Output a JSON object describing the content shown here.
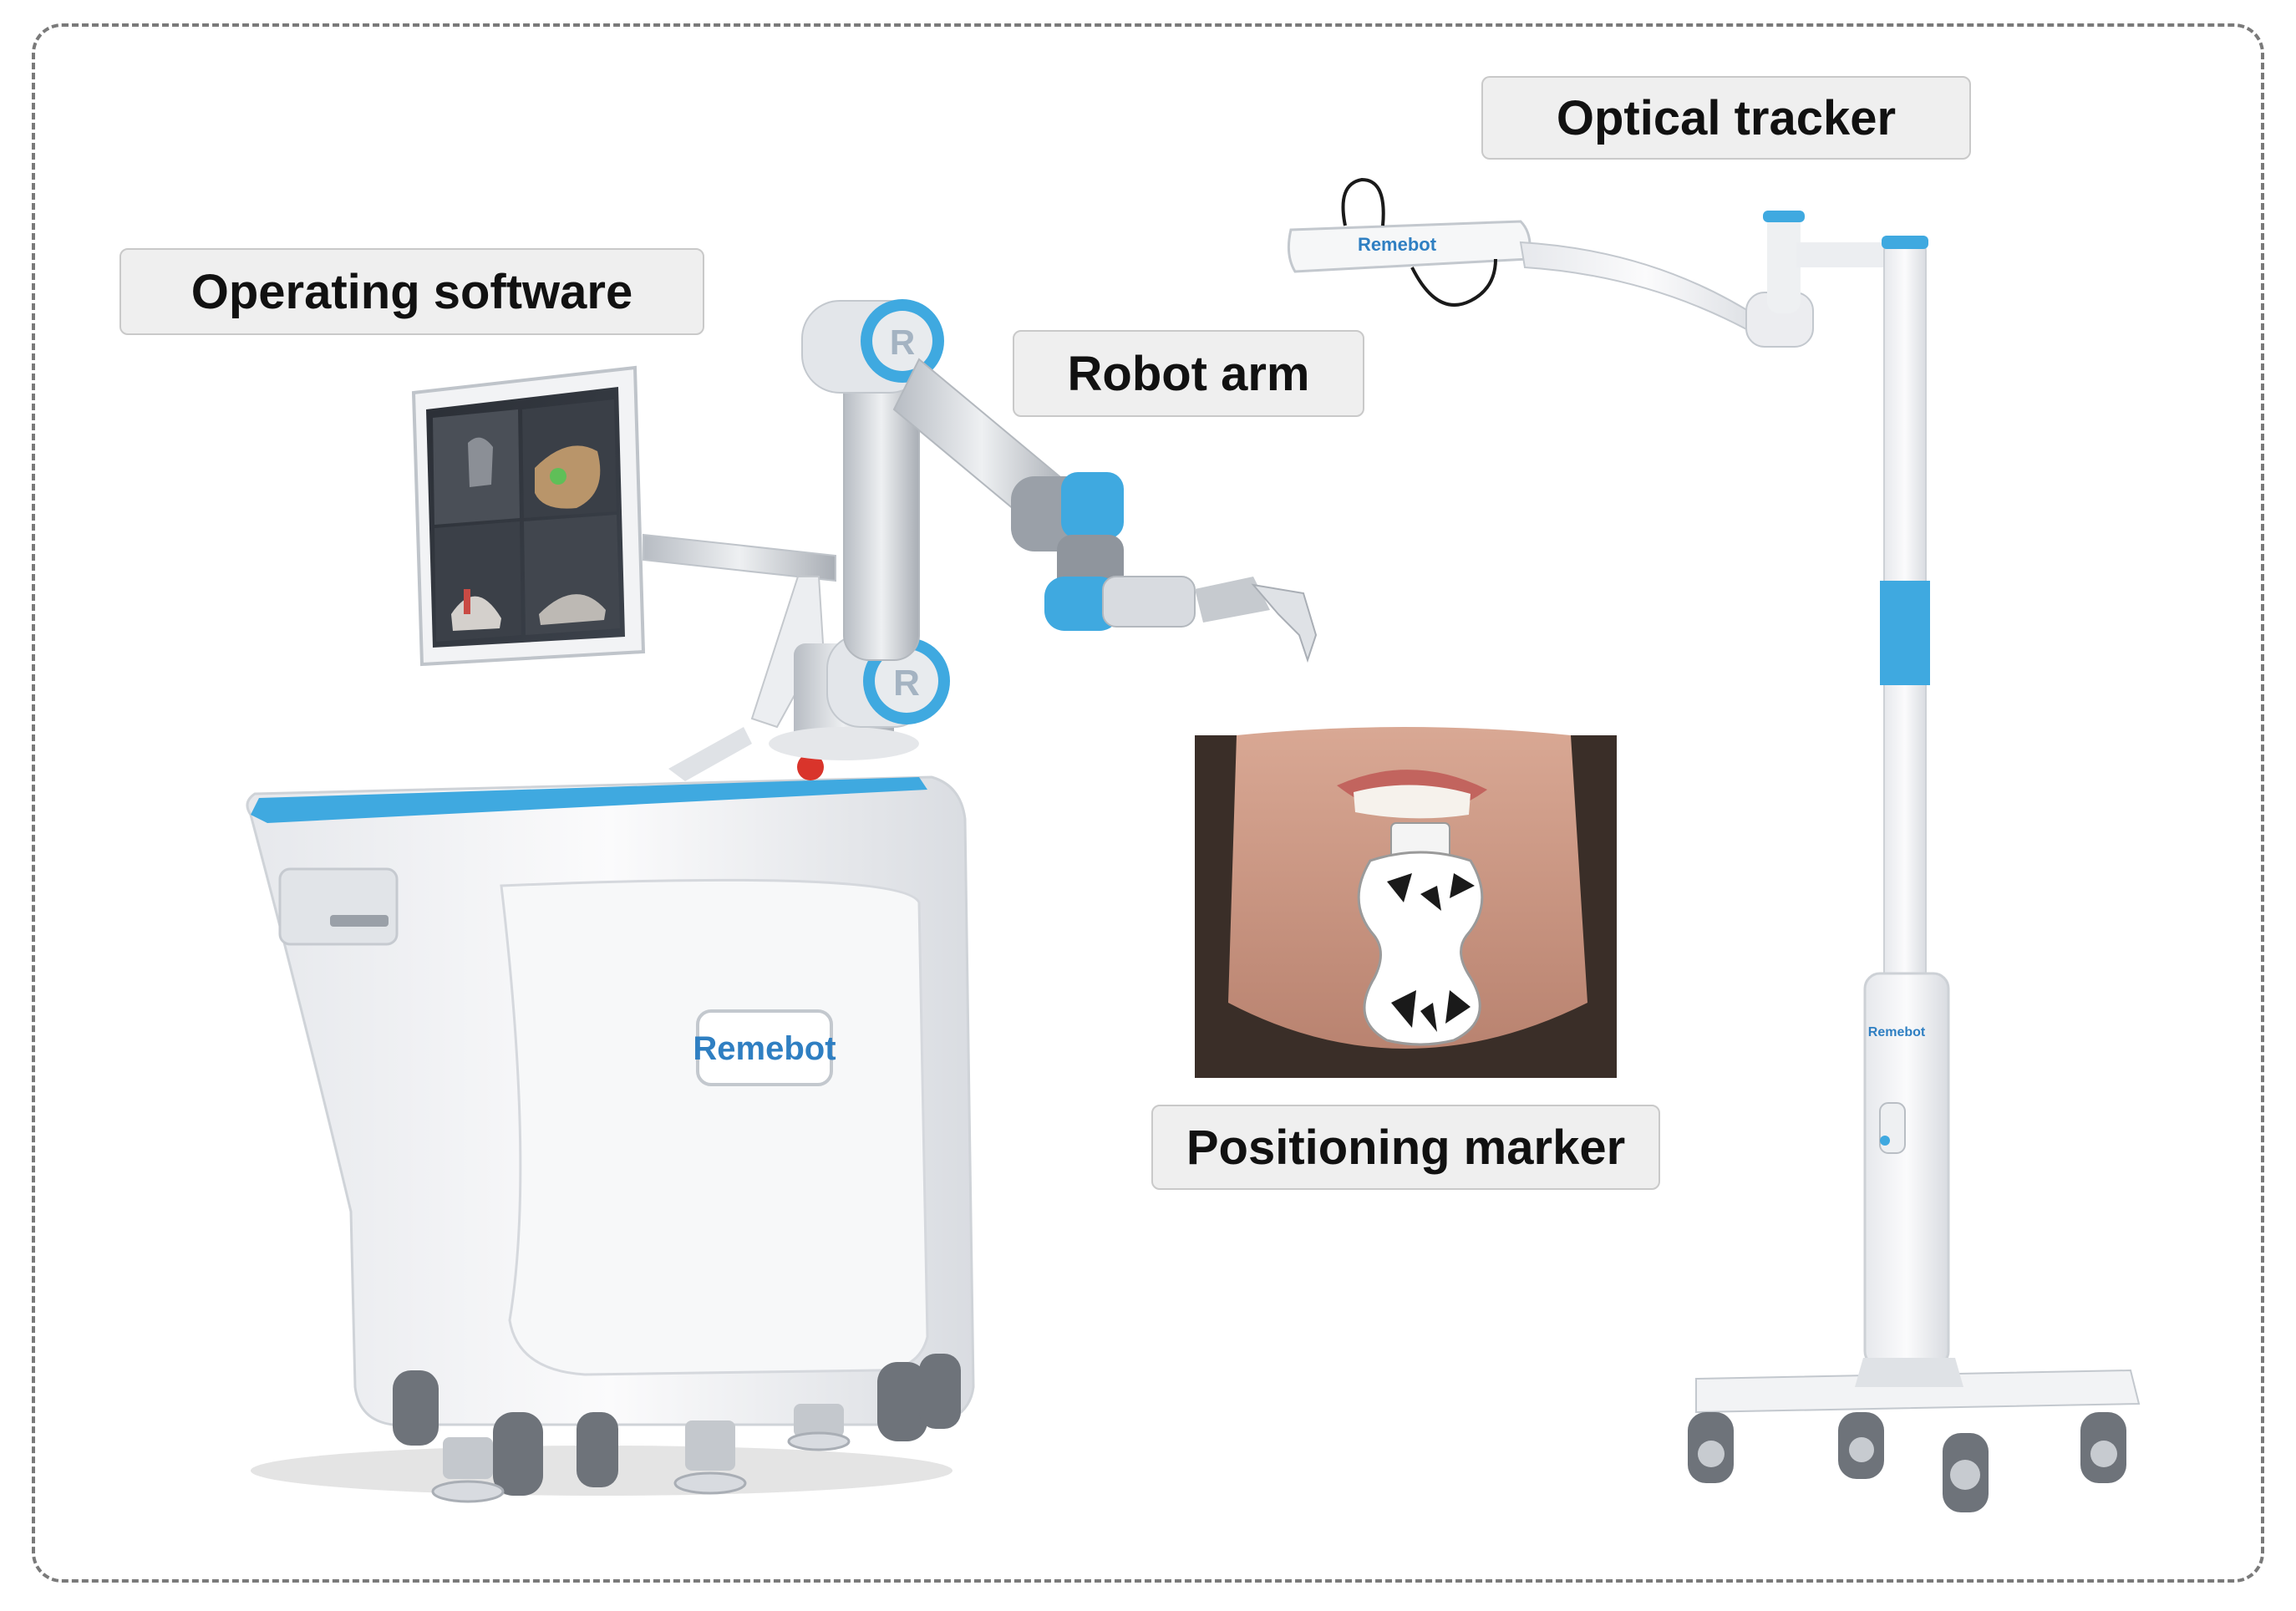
{
  "labels": {
    "operating_software": "Operating software",
    "robot_arm": "Robot arm",
    "optical_tracker": "Optical tracker",
    "positioning_marker": "Positioning marker"
  },
  "brand": {
    "cart_logo": "Remebot",
    "tracker_logo": "Remebot",
    "stand_logo": "Remebot"
  },
  "colors": {
    "accent_blue": "#3fa9e0",
    "device_white": "#f4f5f7",
    "label_bg": "#efefef",
    "frame": "#7a7a7a"
  }
}
